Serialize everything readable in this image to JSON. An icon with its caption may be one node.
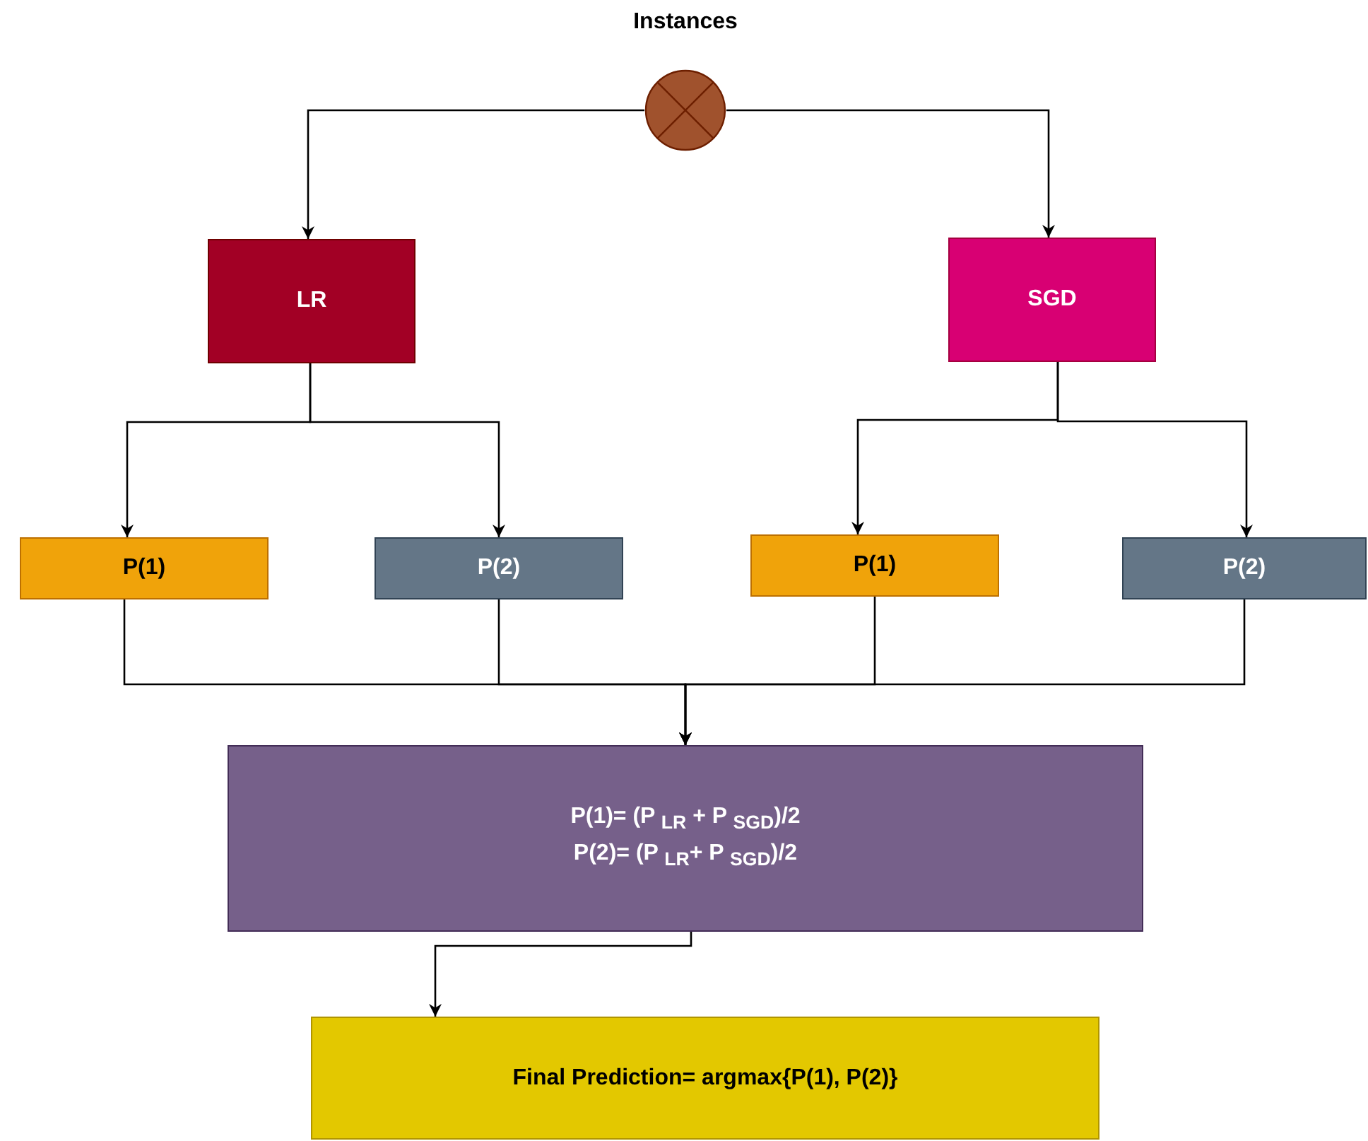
{
  "diagram": {
    "nodes": [
      {
        "text": [
          "Instances"
        ]
      },
      {
        "text": [
          "LR"
        ]
      },
      {
        "text": [
          "SGD"
        ]
      },
      {
        "text": [
          "P(1)"
        ]
      },
      {
        "text": [
          "P(2)"
        ]
      },
      {
        "text": [
          "P(1)"
        ]
      },
      {
        "text": [
          "P(2)"
        ]
      },
      {
        "text": [
          "P(1)= (P $_{LR}$ + P $_{SGD}$)/2",
          "P(2)= (P $_{LR}$+ P $_{SGD}$)/2"
        ]
      },
      {
        "text": [
          "Final Prediction= argmax{P(1), P(2)}"
        ]
      }
    ],
    "edges": [
      {
        "from": 0,
        "to": 1,
        "arrow": "to"
      },
      {
        "from": 0,
        "to": 2,
        "arrow": "to"
      },
      {
        "from": 1,
        "to": 3,
        "arrow": "to"
      },
      {
        "from": 1,
        "to": 4,
        "arrow": "to"
      },
      {
        "from": 2,
        "to": 5,
        "arrow": "to"
      },
      {
        "from": 2,
        "to": 6,
        "arrow": "to"
      },
      {
        "from": 3,
        "to": 7,
        "arrow": "to"
      },
      {
        "from": 4,
        "to": 7,
        "arrow": "to"
      },
      {
        "from": 5,
        "to": 7,
        "arrow": "to"
      },
      {
        "from": 6,
        "to": 7,
        "arrow": "to"
      },
      {
        "from": 7,
        "to": 8,
        "arrow": "to"
      }
    ]
  }
}
